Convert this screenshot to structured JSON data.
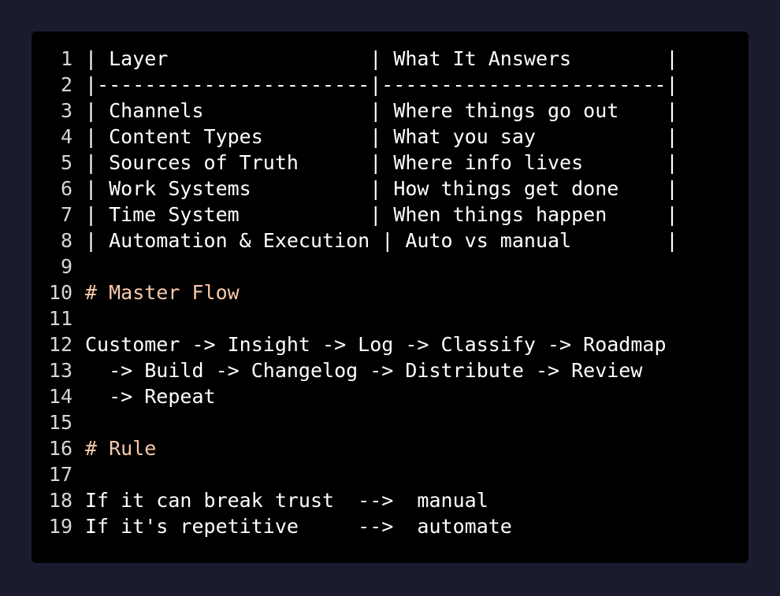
{
  "window": {
    "background_color": "#1a1b2e",
    "code_background_color": "#000000",
    "text_color": "#ffffff",
    "line_number_color": "#d6d6d6",
    "heading_color": "#f8c9ab"
  },
  "code": {
    "language": "markdown",
    "total_lines": 19,
    "lines": [
      {
        "number": "1",
        "text": "| Layer                 | What It Answers        |",
        "kind": "table-header"
      },
      {
        "number": "2",
        "text": "|-----------------------|------------------------|",
        "kind": "table-separator"
      },
      {
        "number": "3",
        "text": "| Channels              | Where things go out    |",
        "kind": "table-row"
      },
      {
        "number": "4",
        "text": "| Content Types         | What you say           |",
        "kind": "table-row"
      },
      {
        "number": "5",
        "text": "| Sources of Truth      | Where info lives       |",
        "kind": "table-row"
      },
      {
        "number": "6",
        "text": "| Work Systems          | How things get done    |",
        "kind": "table-row"
      },
      {
        "number": "7",
        "text": "| Time System           | When things happen     |",
        "kind": "table-row"
      },
      {
        "number": "8",
        "text": "| Automation & Execution | Auto vs manual        |",
        "kind": "table-row"
      },
      {
        "number": "9",
        "text": "",
        "kind": "blank"
      },
      {
        "number": "10",
        "text": "# Master Flow",
        "kind": "heading"
      },
      {
        "number": "11",
        "text": "",
        "kind": "blank"
      },
      {
        "number": "12",
        "text": "Customer -> Insight -> Log -> Classify -> Roadmap",
        "kind": "text"
      },
      {
        "number": "13",
        "text": "  -> Build -> Changelog -> Distribute -> Review",
        "kind": "text"
      },
      {
        "number": "14",
        "text": "  -> Repeat",
        "kind": "text"
      },
      {
        "number": "15",
        "text": "",
        "kind": "blank"
      },
      {
        "number": "16",
        "text": "# Rule",
        "kind": "heading"
      },
      {
        "number": "17",
        "text": "",
        "kind": "blank"
      },
      {
        "number": "18",
        "text": "If it can break trust  -->  manual",
        "kind": "text"
      },
      {
        "number": "19",
        "text": "If it's repetitive     -->  automate",
        "kind": "text"
      }
    ]
  },
  "content_summary": {
    "table": {
      "columns": [
        "Layer",
        "What It Answers"
      ],
      "rows": [
        [
          "Channels",
          "Where things go out"
        ],
        [
          "Content Types",
          "What you say"
        ],
        [
          "Sources of Truth",
          "Where info lives"
        ],
        [
          "Work Systems",
          "How things get done"
        ],
        [
          "Time System",
          "When things happen"
        ],
        [
          "Automation & Execution",
          "Auto vs manual"
        ]
      ]
    },
    "master_flow_heading": "# Master Flow",
    "master_flow_steps": [
      "Customer",
      "Insight",
      "Log",
      "Classify",
      "Roadmap",
      "Build",
      "Changelog",
      "Distribute",
      "Review",
      "Repeat"
    ],
    "rule_heading": "# Rule",
    "rules": [
      {
        "condition": "If it can break trust",
        "arrow": "-->",
        "result": "manual"
      },
      {
        "condition": "If it's repetitive",
        "arrow": "-->",
        "result": "automate"
      }
    ]
  }
}
